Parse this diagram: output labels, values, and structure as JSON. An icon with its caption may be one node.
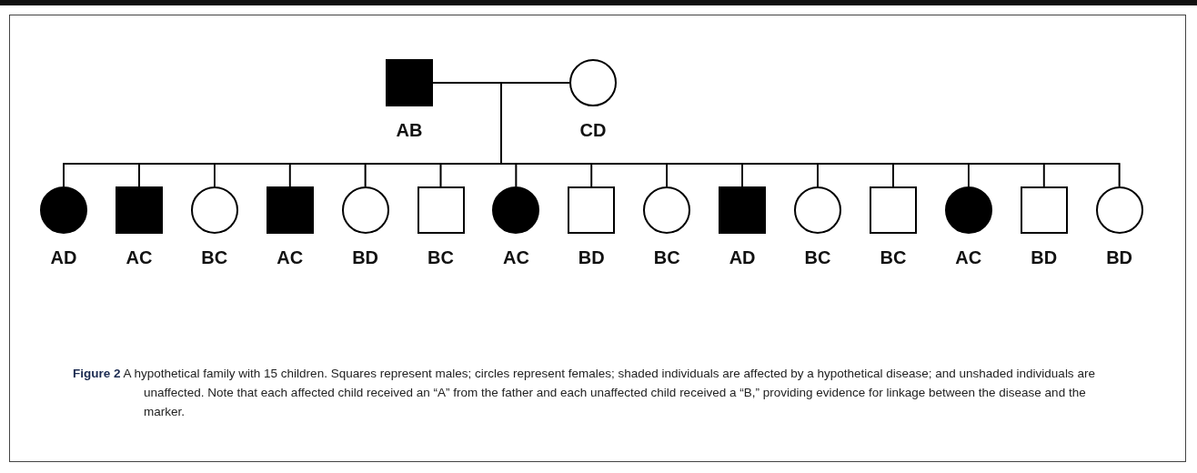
{
  "diagram": {
    "nodes": [
      {
        "text": [],
        "shape": "box",
        "beside": [
          "AB"
        ]
      },
      {
        "text": [],
        "shape": "circle",
        "beside": [
          "CD"
        ]
      },
      {
        "text": [],
        "shape": "circle",
        "beside": [
          "AD"
        ]
      },
      {
        "text": [],
        "shape": "box",
        "beside": [
          "AC"
        ]
      },
      {
        "text": [],
        "shape": "circle",
        "beside": [
          "BC"
        ]
      },
      {
        "text": [],
        "shape": "box",
        "beside": [
          "AC"
        ]
      },
      {
        "text": [],
        "shape": "circle",
        "beside": [
          "BD"
        ]
      },
      {
        "text": [],
        "shape": "box",
        "beside": [
          "BC"
        ]
      },
      {
        "text": [],
        "shape": "circle",
        "beside": [
          "AC"
        ]
      },
      {
        "text": [],
        "shape": "box",
        "beside": [
          "BD"
        ]
      },
      {
        "text": [],
        "shape": "circle",
        "beside": [
          "BC"
        ]
      },
      {
        "text": [],
        "shape": "box",
        "beside": [
          "AD"
        ]
      },
      {
        "text": [],
        "shape": "circle",
        "beside": [
          "BC"
        ]
      },
      {
        "text": [],
        "shape": "box",
        "beside": [
          "BC"
        ]
      },
      {
        "text": [],
        "shape": "circle",
        "beside": [
          "AC"
        ]
      },
      {
        "text": [],
        "shape": "box",
        "beside": [
          "BD"
        ]
      },
      {
        "text": [],
        "shape": "circle",
        "beside": [
          "BD"
        ]
      }
    ],
    "edges": [
      {
        "from": 0,
        "to": 1,
        "arrow": "none"
      },
      {
        "from": 0,
        "to": 2,
        "arrow": "none"
      },
      {
        "from": 1,
        "to": 2,
        "arrow": "none"
      },
      {
        "from": 0,
        "to": 3,
        "arrow": "none"
      },
      {
        "from": 1,
        "to": 3,
        "arrow": "none"
      },
      {
        "from": 0,
        "to": 4,
        "arrow": "none"
      },
      {
        "from": 1,
        "to": 4,
        "arrow": "none"
      },
      {
        "from": 0,
        "to": 5,
        "arrow": "none"
      },
      {
        "from": 1,
        "to": 5,
        "arrow": "none"
      },
      {
        "from": 0,
        "to": 6,
        "arrow": "none"
      },
      {
        "from": 1,
        "to": 6,
        "arrow": "none"
      },
      {
        "from": 0,
        "to": 7,
        "arrow": "none"
      },
      {
        "from": 1,
        "to": 7,
        "arrow": "none"
      },
      {
        "from": 0,
        "to": 8,
        "arrow": "none"
      },
      {
        "from": 1,
        "to": 8,
        "arrow": "none"
      },
      {
        "from": 0,
        "to": 9,
        "arrow": "none"
      },
      {
        "from": 1,
        "to": 9,
        "arrow": "none"
      },
      {
        "from": 0,
        "to": 10,
        "arrow": "none"
      },
      {
        "from": 1,
        "to": 10,
        "arrow": "none"
      },
      {
        "from": 0,
        "to": 11,
        "arrow": "none"
      },
      {
        "from": 1,
        "to": 11,
        "arrow": "none"
      },
      {
        "from": 0,
        "to": 12,
        "arrow": "none"
      },
      {
        "from": 1,
        "to": 12,
        "arrow": "none"
      },
      {
        "from": 0,
        "to": 13,
        "arrow": "none"
      },
      {
        "from": 1,
        "to": 13,
        "arrow": "none"
      },
      {
        "from": 0,
        "to": 14,
        "arrow": "none"
      },
      {
        "from": 1,
        "to": 14,
        "arrow": "none"
      },
      {
        "from": 0,
        "to": 15,
        "arrow": "none"
      },
      {
        "from": 1,
        "to": 15,
        "arrow": "none"
      },
      {
        "from": 0,
        "to": 16,
        "arrow": "none"
      },
      {
        "from": 1,
        "to": 16,
        "arrow": "none"
      }
    ],
    "caption": "**Figure 2**  A hypothetical family with 15 children. Squares represent males; circles represent females; shaded individuals are affected by a hypothetical disease; and unshaded individuals are unaffected. Note that each affected child received an “A” from the father and each unaffected child received a “B,” providing evidence for linkage between the disease and the marker."
  }
}
